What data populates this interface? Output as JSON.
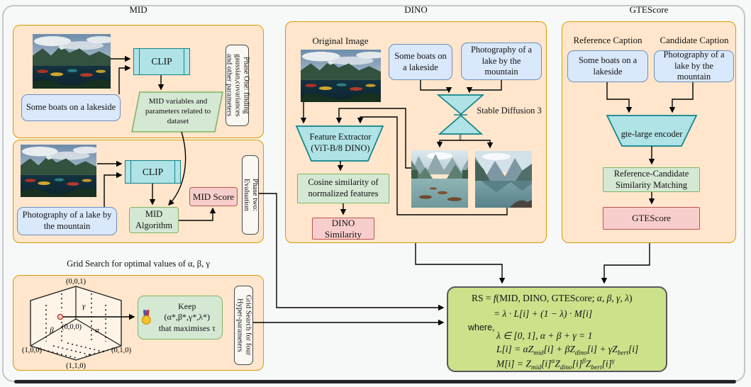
{
  "palette": {
    "panel_fill": "#ffe6cc",
    "panel_border": "#d79b00",
    "caption_fill": "#dae8fc",
    "caption_border": "#6c8ebf",
    "process_fill": "#d5e8d4",
    "process_border": "#82b366",
    "result_fill": "#f8cecc",
    "result_border": "#b85450",
    "model_fill": "#b0e3e6",
    "model_border": "#10848a",
    "formula_fill": "#cde18b",
    "side_label_fill": "#f9f8f2",
    "arrow_color": "#000000"
  },
  "titles": {
    "mid": "MID",
    "dino": "DINO",
    "gtescore": "GTEScore",
    "grid": "Grid Search for optimal values of α, β, γ"
  },
  "mid": {
    "phase1": {
      "caption": "Some boats on a lakeside",
      "clip": "CLIP",
      "output": "MID variables and parameters related to dataset",
      "side_label": [
        "Phase One: finding",
        "gaussian,covariances",
        "and other parameters"
      ]
    },
    "phase2": {
      "caption": "Photography of a lake by the mountain",
      "clip": "CLIP",
      "algorithm": "MID Algorithm",
      "score": "MID Score",
      "side_label": [
        "Phase two:",
        "Evaluation"
      ]
    }
  },
  "grid_search": {
    "cube": {
      "v_top": "(0,0,1)",
      "v_origin": "(0,0,0)",
      "v_left": "(1,0,0)",
      "v_right": "(0,1,0)",
      "v_bottom": "(1,1,0)",
      "axis_gamma": "γ",
      "axis_beta": "β",
      "axis_alpha": "α"
    },
    "medal_icon": "gold-medal",
    "keep_line1": "Keep (α*,β*,γ*,λ*)",
    "keep_line2": "that maximises τ",
    "side_label": [
      "Grid Search for four",
      "Hyper-parameters"
    ]
  },
  "dino": {
    "original_image_label": "Original Image",
    "caption_left": "Some boats on a lakeside",
    "caption_right": "Photography of a lake by the mountain",
    "stable_diffusion": "Stable Diffusion 3",
    "feature_extractor": "Feature Extractor (ViT-B/8 DINO)",
    "cosine": "Cosine similarity of normalized features",
    "similarity": "DINO Similarity"
  },
  "gtescore": {
    "reference_label": "Reference Caption",
    "candidate_label": "Candidate Caption",
    "caption_reference": "Some boats on a lakeside",
    "caption_candidate": "Photography of a lake by the mountain",
    "encoder": "gte-large encoder",
    "matching": "Reference-Candidate Similarity Matching",
    "score": "GTEScore"
  },
  "formula": {
    "line1": [
      {
        "t": "RS = "
      },
      {
        "i": "f"
      },
      {
        "t": "(MID, DINO, GTEScore;  "
      },
      {
        "i": "α, β, γ, λ"
      },
      {
        "t": ")"
      }
    ],
    "line2": [
      {
        "i": "= λ · L[i] + (1 − λ) · M[i]"
      }
    ],
    "where": "where,",
    "line3": [
      {
        "i": "λ ∈ [0, 1], α + β + γ = 1"
      }
    ],
    "line4": [
      {
        "i": "L[i] = αZ"
      },
      {
        "sub": "mid"
      },
      {
        "i": "[i] + βZ"
      },
      {
        "sub": "dino"
      },
      {
        "i": "[i] + γZ"
      },
      {
        "sub": "bert"
      },
      {
        "i": "[i]"
      }
    ],
    "line5": [
      {
        "i": "M[i] = Z"
      },
      {
        "sub": "mid"
      },
      {
        "i": "[i]"
      },
      {
        "sup": "α"
      },
      {
        "i": "Z"
      },
      {
        "sub": "dino"
      },
      {
        "i": "[i]"
      },
      {
        "sup": "β"
      },
      {
        "i": "Z"
      },
      {
        "sub": "bert"
      },
      {
        "i": "[i]"
      },
      {
        "sup": "γ"
      }
    ]
  }
}
